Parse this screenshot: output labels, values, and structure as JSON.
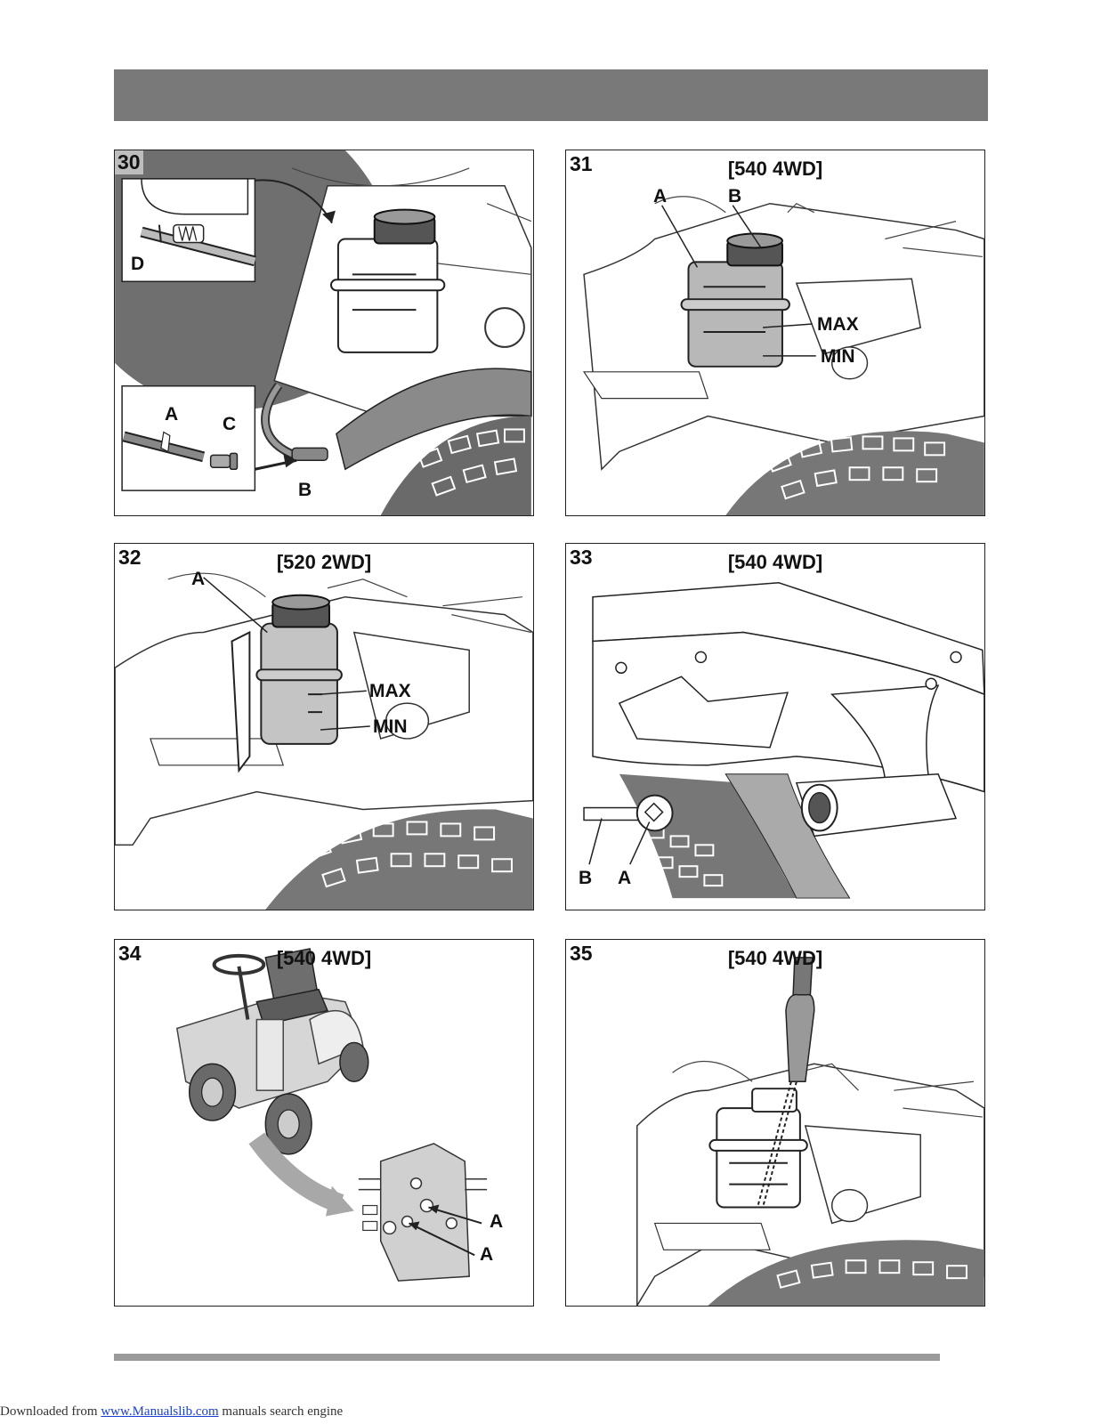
{
  "panels": [
    {
      "number": "30",
      "model": "",
      "labels": {
        "a": "A",
        "b": "B",
        "c": "C",
        "d": "D"
      }
    },
    {
      "number": "31",
      "model": "[540 4WD]",
      "labels": {
        "a": "A",
        "b": "B",
        "max": "MAX",
        "min": "MIN"
      }
    },
    {
      "number": "32",
      "model": "[520 2WD]",
      "labels": {
        "a": "A",
        "max": "MAX",
        "min": "MIN"
      }
    },
    {
      "number": "33",
      "model": "[540 4WD]",
      "labels": {
        "a": "A",
        "b": "B"
      }
    },
    {
      "number": "34",
      "model": "[540 4WD]",
      "labels": {
        "a1": "A",
        "a2": "A"
      }
    },
    {
      "number": "35",
      "model": "[540 4WD]",
      "labels": {}
    }
  ],
  "footer": {
    "prefix": "Downloaded from ",
    "link_text": "www.Manualslib.com",
    "suffix": "  manuals search engine"
  }
}
